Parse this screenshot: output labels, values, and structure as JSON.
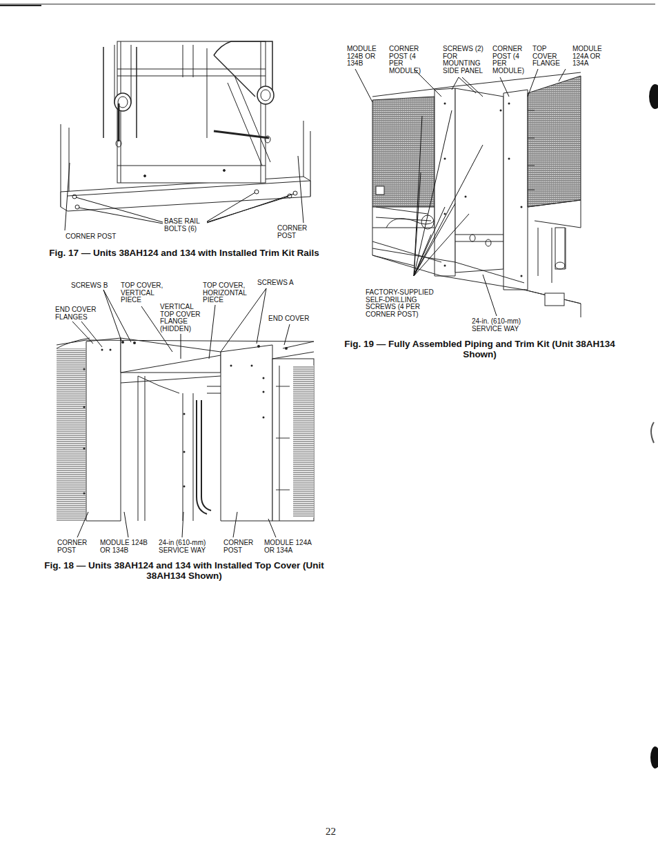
{
  "diagram": {
    "labels": [
      "BASE RAIL BOLTS (6)",
      "CORNER POST",
      "CORNER POST",
      "Fig. 17 — Units 38AH124 and 134 with Installed Trim Kit Rails",
      "SCREWS B",
      "TOP COVER, VERTICAL PIECE",
      "TOP COVER, HORIZONTAL PIECE",
      "SCREWS A",
      "END COVER FLANGES",
      "VERTICAL TOP COVER FLANGE (HIDDEN)",
      "END COVER",
      "CORNER POST",
      "MODULE 124B OR 134B",
      "24-in (610-mm) SERVICE WAY",
      "CORNER POST",
      "MODULE 124A OR 134A",
      "Fig. 18 — Units 38AH124 and 134 with Installed Top Cover (Unit 38AH134 Shown)",
      "MODULE 124B OR 134B",
      "CORNER POST (4 PER MODULE)",
      "SCREWS (2) FOR MOUNTING SIDE PANEL",
      "CORNER POST (4 PER MODULE)",
      "TOP COVER FLANGE",
      "MODULE 124A OR 134A",
      "FACTORY-SUPPLIED SELF-DRILLING SCREWS (4 PER CORNER POST)",
      "24-in. (610-mm) SERVICE WAY",
      "Fig. 19 — Fully Assembled Piping and Trim Kit (Unit 38AH134 Shown)",
      "22"
    ]
  }
}
